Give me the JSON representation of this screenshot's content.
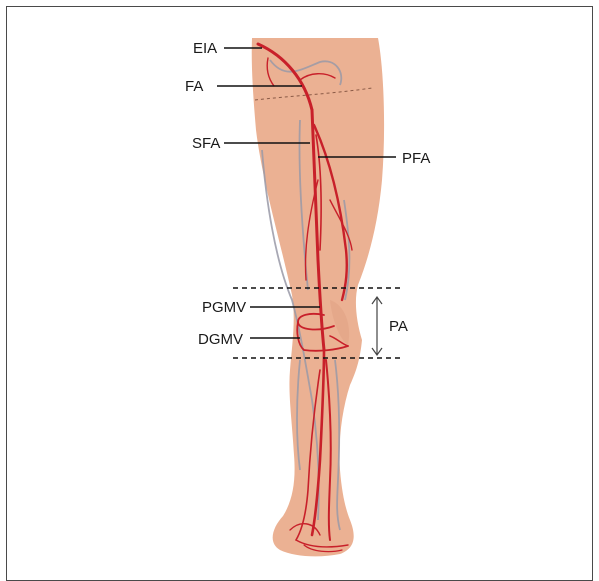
{
  "labels": {
    "eia": "EIA",
    "fa": "FA",
    "sfa": "SFA",
    "pfa": "PFA",
    "pgmv": "PGMV",
    "dgmv": "DGMV",
    "pa": "PA"
  },
  "colors": {
    "skin": "#ebb193",
    "artery": "#c8202a",
    "vein": "#9a9aa8",
    "leader": "#111111"
  }
}
